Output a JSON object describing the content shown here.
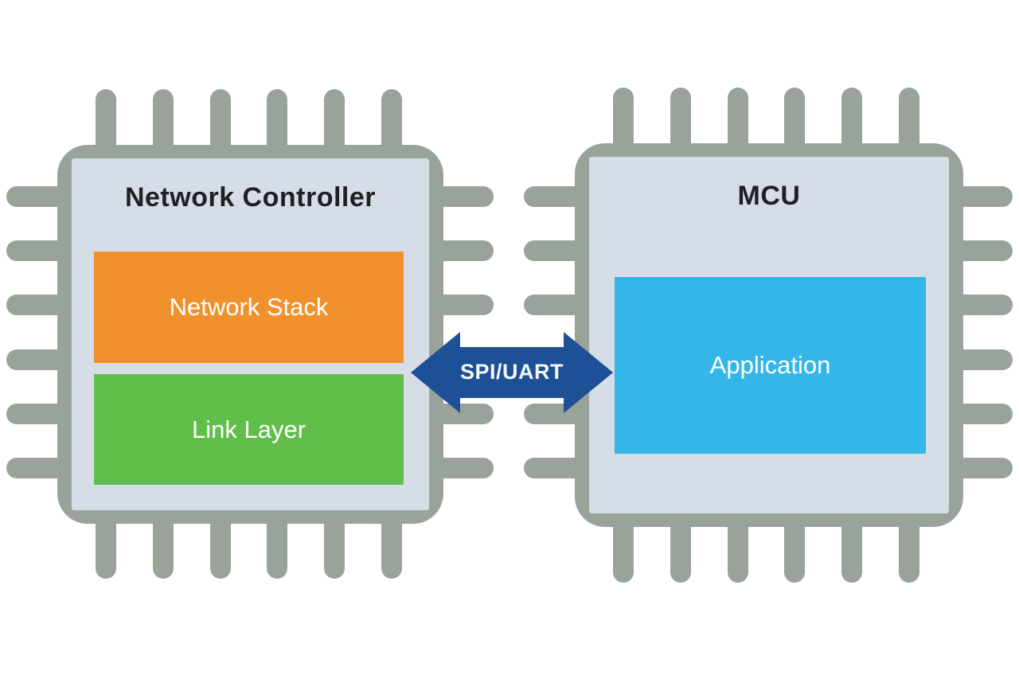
{
  "diagram": {
    "background": "#ffffff",
    "colors": {
      "background": "#ffffff",
      "chip_frame": "#99A39A",
      "chip_inner": "#D7DDE6",
      "network_stack": "#F0912D",
      "link_layer": "#62BE4B",
      "application": "#35B6E8",
      "arrow": "#1D5096",
      "title_text": "#1F2023",
      "block_text": "#FFFFFF"
    },
    "left_chip": {
      "title": "Network Controller",
      "pins_per_side": 6,
      "blocks": [
        {
          "label": "Network Stack",
          "color": "#F0912D"
        },
        {
          "label": "Link Layer",
          "color": "#62BE4B"
        }
      ]
    },
    "right_chip": {
      "title": "MCU",
      "pins_per_side": 6,
      "blocks": [
        {
          "label": "Application",
          "color": "#35B6E8"
        }
      ]
    },
    "connection": {
      "label": "SPI/UART",
      "type": "bidirectional-arrow"
    }
  }
}
